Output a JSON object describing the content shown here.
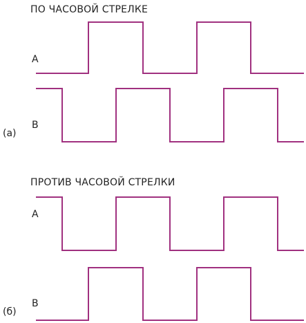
{
  "colors": {
    "wave": "#a0307f",
    "text": "#222222"
  },
  "panels": [
    {
      "marker": "(а)",
      "title": "ПО ЧАСОВОЙ СТРЕЛКЕ",
      "channels": [
        {
          "label": "A",
          "levels": [
            0,
            1,
            1,
            0,
            0,
            1,
            1,
            0,
            0
          ]
        },
        {
          "label": "B",
          "levels": [
            1,
            0,
            0,
            1,
            1,
            0,
            0,
            1,
            1,
            0
          ]
        }
      ]
    },
    {
      "marker": "(б)",
      "title": "ПРОТИВ ЧАСОВОЙ СТРЕЛКИ",
      "channels": [
        {
          "label": "A",
          "levels": [
            1,
            0,
            0,
            1,
            1,
            0,
            0,
            1,
            1,
            0
          ]
        },
        {
          "label": "B",
          "levels": [
            0,
            1,
            1,
            0,
            0,
            1,
            1,
            0,
            0
          ]
        }
      ]
    }
  ]
}
